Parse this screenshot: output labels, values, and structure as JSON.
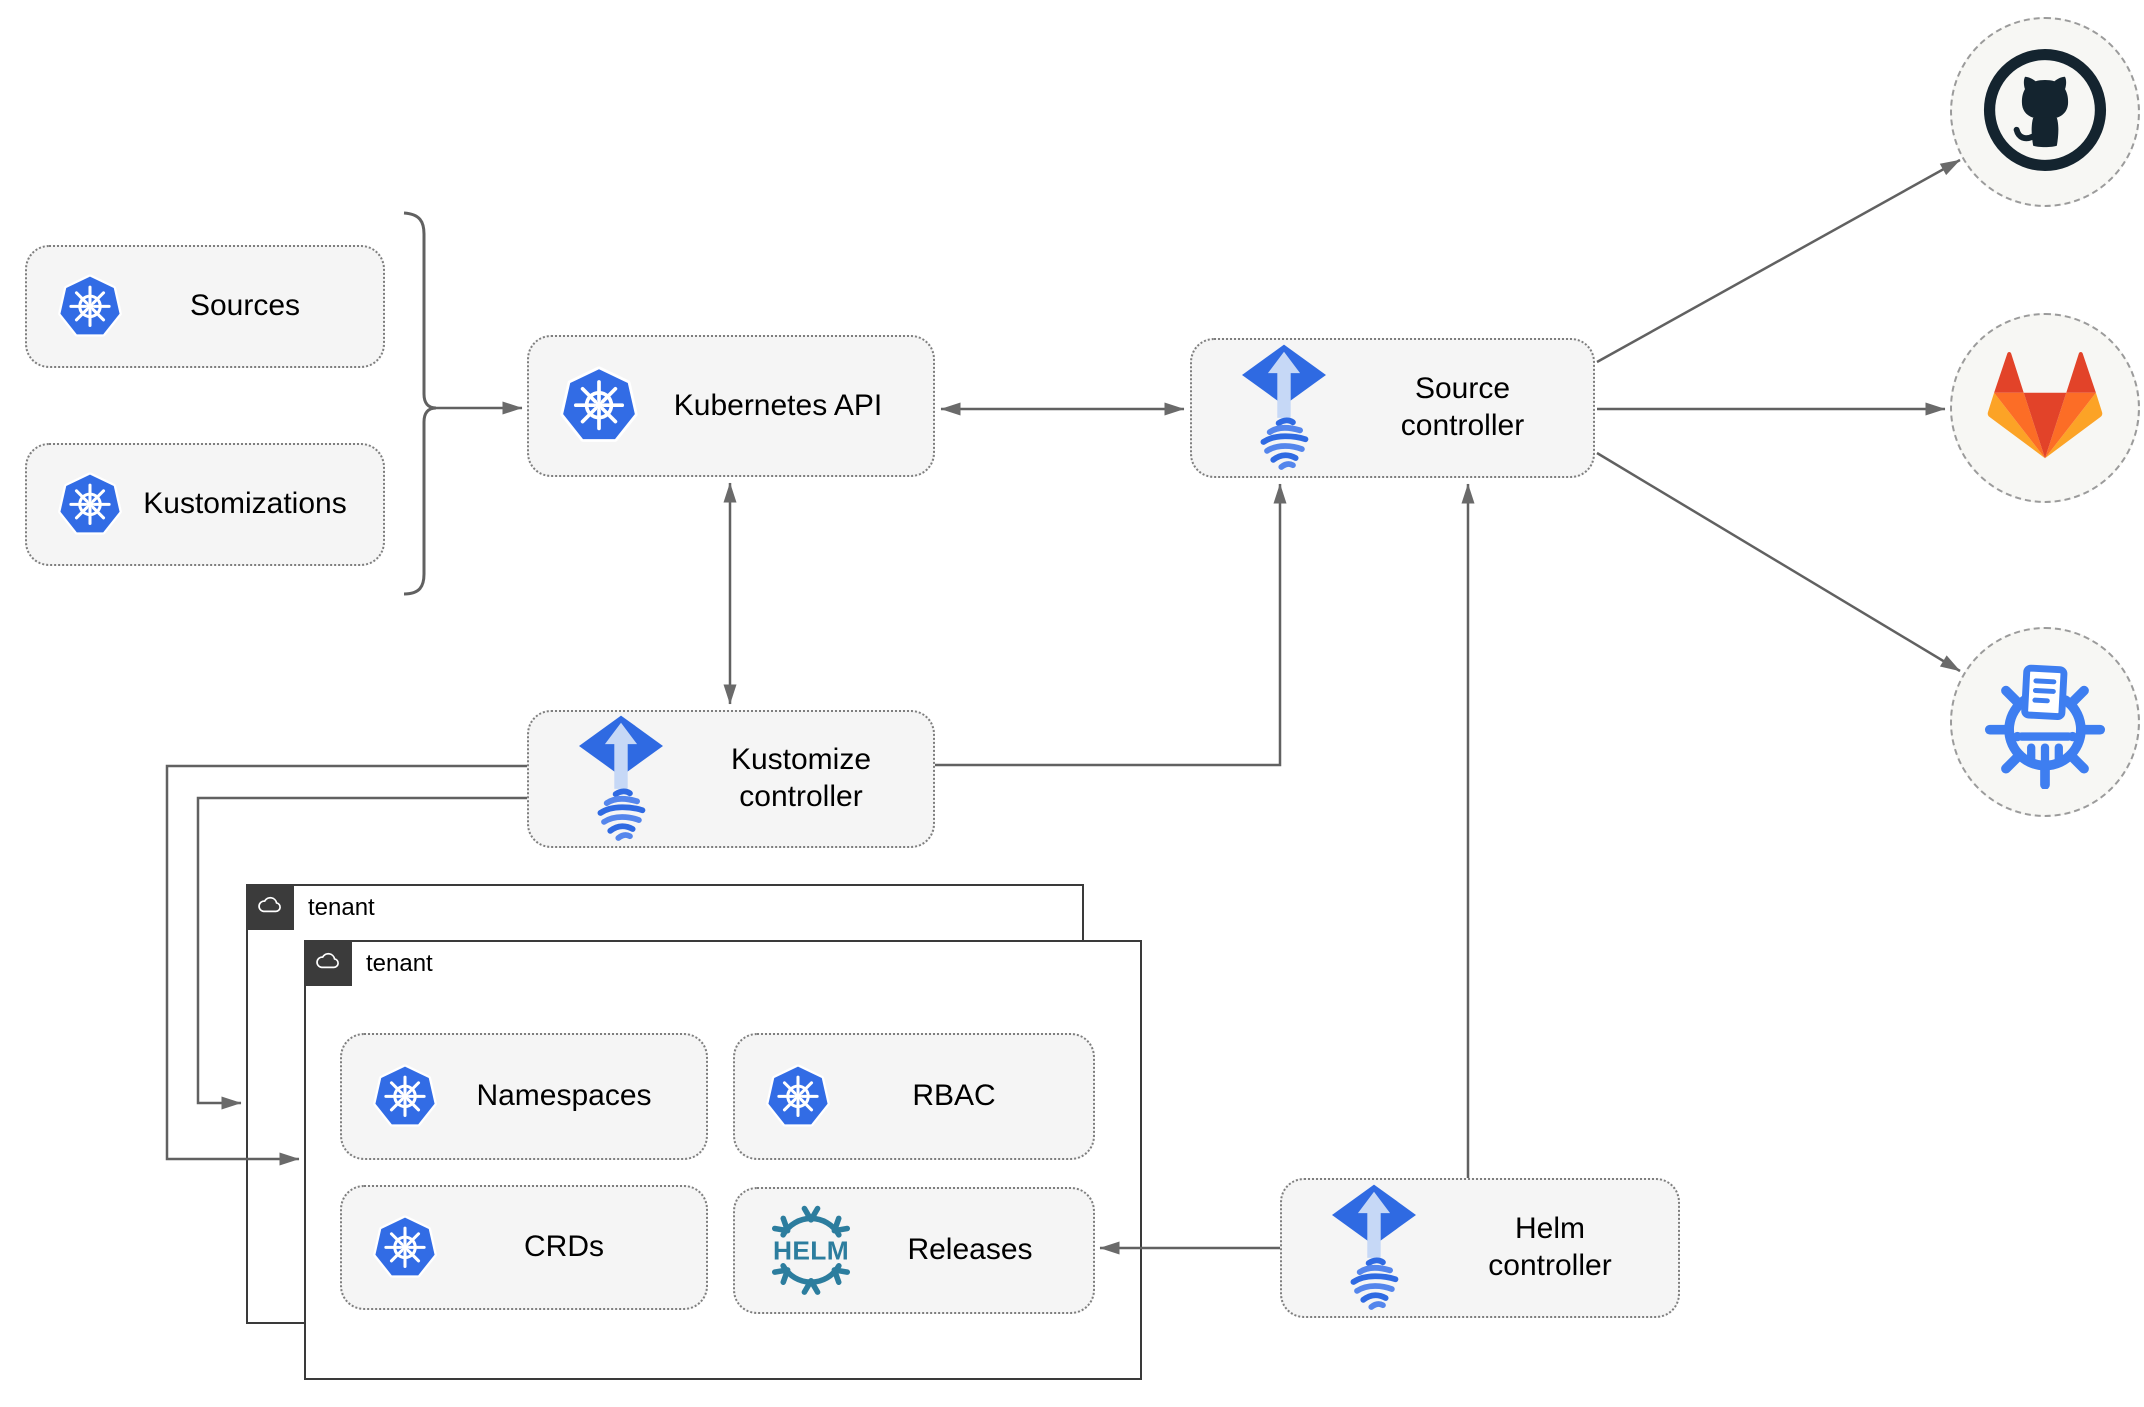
{
  "diagram": {
    "nodes": {
      "sources": {
        "label": "Sources",
        "icon": "kubernetes-icon"
      },
      "kustomizations": {
        "label": "Kustomizations",
        "icon": "kubernetes-icon"
      },
      "kubernetes_api": {
        "label": "Kubernetes API",
        "icon": "kubernetes-icon"
      },
      "source_controller": {
        "label": "Source controller",
        "icon": "flux-icon"
      },
      "kustomize_controller": {
        "label": "Kustomize controller",
        "icon": "flux-icon"
      },
      "helm_controller": {
        "label": "Helm controller",
        "icon": "flux-icon"
      },
      "namespaces": {
        "label": "Namespaces",
        "icon": "kubernetes-icon"
      },
      "rbac": {
        "label": "RBAC",
        "icon": "kubernetes-icon"
      },
      "crds": {
        "label": "CRDs",
        "icon": "kubernetes-icon"
      },
      "releases": {
        "label": "Releases",
        "icon": "helm-logo",
        "logo_text": "HELM"
      }
    },
    "tenants": {
      "outer": {
        "label": "tenant",
        "icon": "cloud-icon"
      },
      "inner": {
        "label": "tenant",
        "icon": "cloud-icon"
      }
    },
    "remotes": {
      "github": {
        "icon": "github-octocat-icon"
      },
      "gitlab": {
        "icon": "gitlab-tanuki-icon"
      },
      "chart_repository": {
        "icon": "chart-repository-museum-icon"
      }
    },
    "colors": {
      "kubernetes_blue": "#326ce5",
      "flux_blue": "#2f6ae2",
      "flux_arrow_light": "#c6d8f6",
      "helm_teal": "#2c7d9e",
      "chart_repo_blue": "#3e7ef0",
      "github_dark": "#14242f",
      "gitlab_red": "#e24329",
      "gitlab_orange": "#fc6d26",
      "gitlab_yellow": "#fca326",
      "node_fill": "#f5f5f5",
      "edge_gray": "#616161",
      "container_dark": "#3b3b3b"
    }
  }
}
